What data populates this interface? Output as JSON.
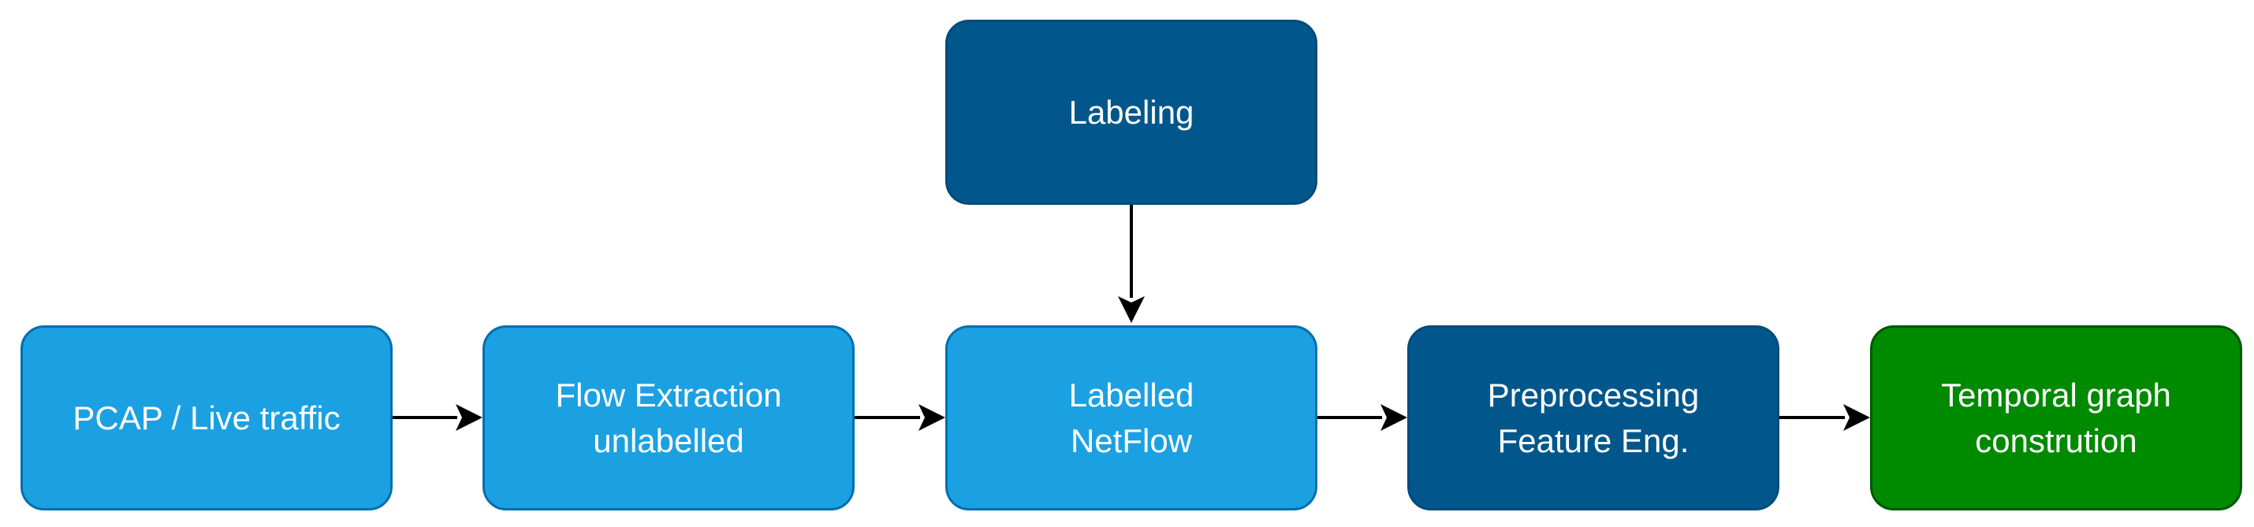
{
  "nodes": {
    "pcap": {
      "lines": [
        "PCAP / Live traffic"
      ]
    },
    "flow": {
      "lines": [
        "Flow Extraction",
        "unlabelled"
      ]
    },
    "labelled": {
      "lines": [
        "Labelled",
        "NetFlow"
      ]
    },
    "labeling": {
      "lines": [
        "Labeling"
      ]
    },
    "preprocessing": {
      "lines": [
        "Preprocessing",
        "Feature Eng."
      ]
    },
    "temporal": {
      "lines": [
        "Temporal graph",
        "constrution"
      ]
    }
  },
  "edges": [
    {
      "from": "pcap",
      "to": "flow"
    },
    {
      "from": "flow",
      "to": "labelled"
    },
    {
      "from": "labeling",
      "to": "labelled"
    },
    {
      "from": "labelled",
      "to": "preprocessing"
    },
    {
      "from": "preprocessing",
      "to": "temporal"
    }
  ],
  "colors": {
    "light_fill": "#1ba1e2",
    "dark_fill": "#01578c",
    "green_fill": "#008a00",
    "text": "#ffffff",
    "arrow": "#000000"
  }
}
